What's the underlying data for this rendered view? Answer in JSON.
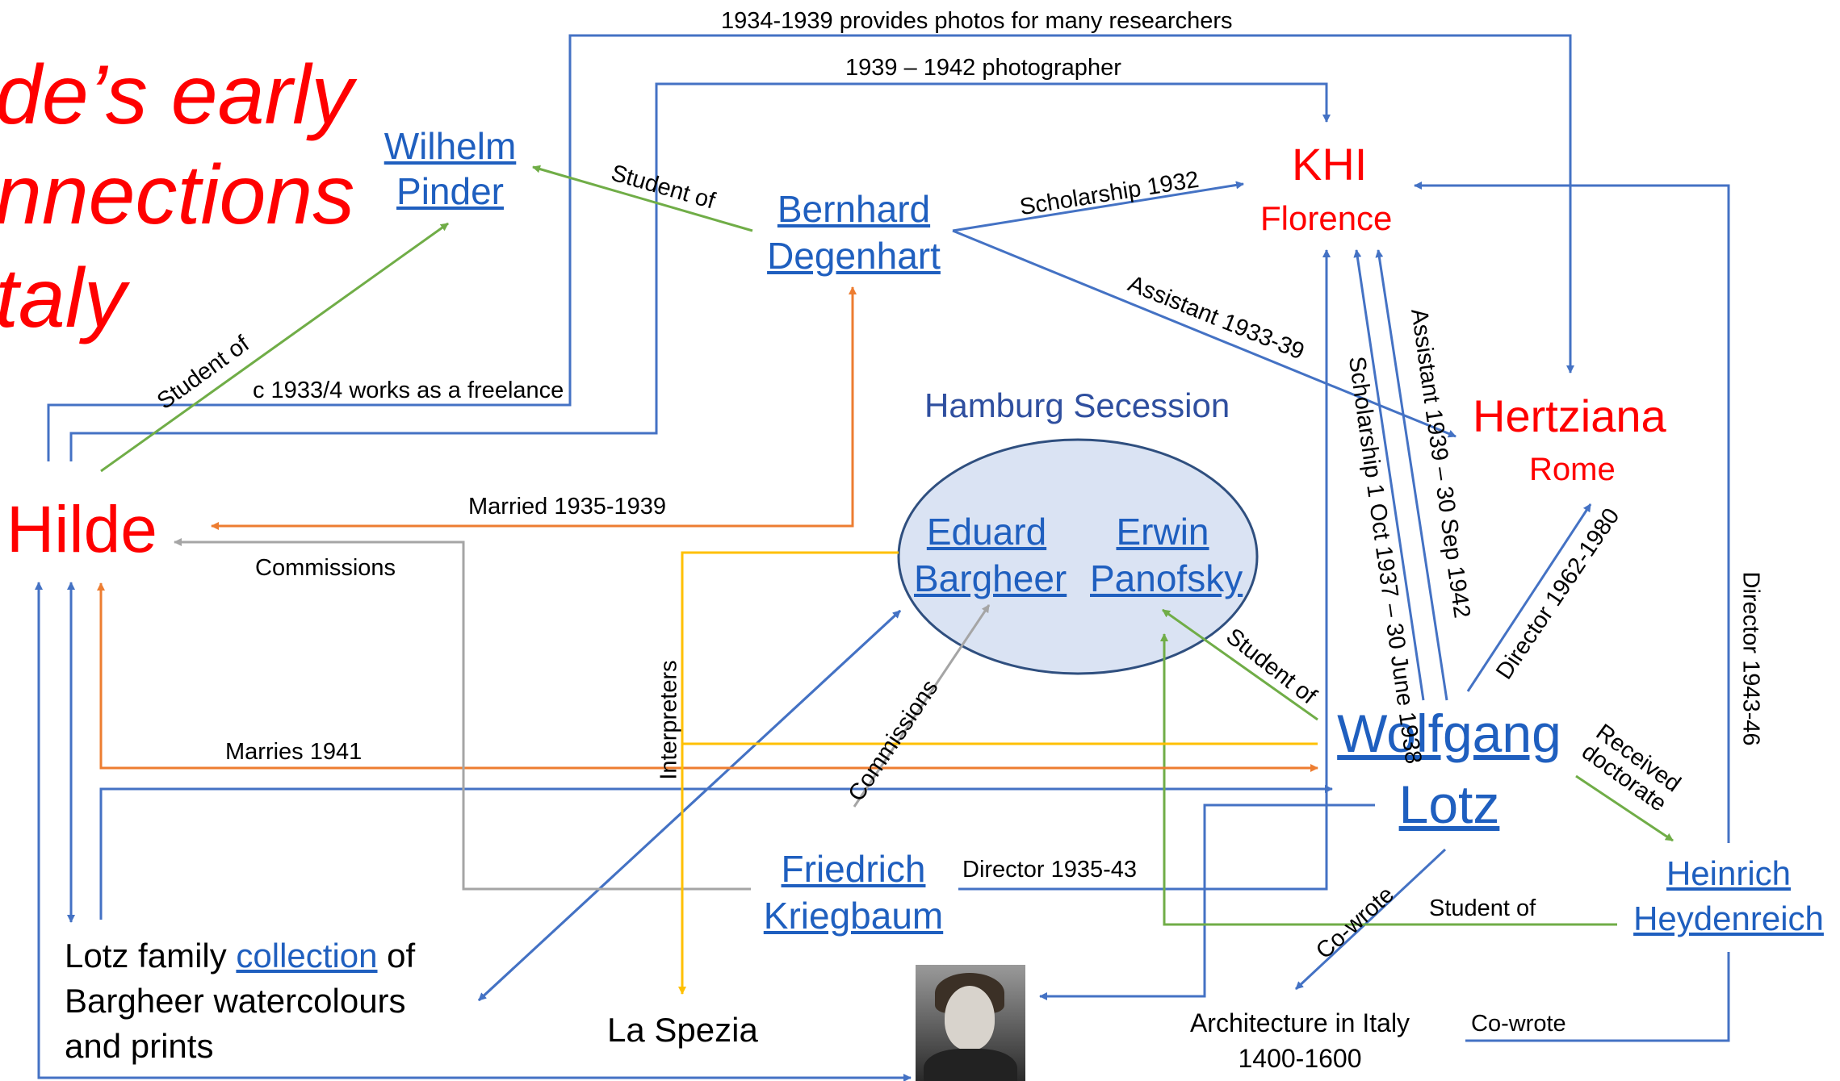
{
  "title": {
    "line1": "de’s early",
    "line2": "nnections",
    "line3": "taly"
  },
  "nodes": {
    "hilde": "Hilde",
    "wilhelm_pinder": {
      "line1": "Wilhelm",
      "line2": "Pinder"
    },
    "bernhard_degenhart": {
      "line1": "Bernhard",
      "line2": "Degenhart"
    },
    "khi": {
      "line1": "KHI",
      "line2": "Florence"
    },
    "hertziana": {
      "line1": "Hertziana",
      "line2": "Rome"
    },
    "hamburg_secession": "Hamburg Secession",
    "eduard_bargheer": {
      "line1": "Eduard",
      "line2": "Bargheer"
    },
    "erwin_panofsky": {
      "line1": "Erwin",
      "line2": "Panofsky"
    },
    "wolfgang_lotz": {
      "line1": "Wolfgang",
      "line2": "Lotz"
    },
    "friedrich_kriegbaum": {
      "line1": "Friedrich",
      "line2": "Kriegbaum"
    },
    "heinrich_heydenreich": {
      "line1": "Heinrich",
      "line2": "Heydenreich"
    },
    "lotz_collection": {
      "line1_pre": "Lotz family ",
      "line1_link": "collection",
      "line1_post": " of",
      "line2": "Bargheer watercolours",
      "line3": "and prints"
    },
    "la_spezia": "La Spezia",
    "architecture": {
      "line1": "Architecture in Italy",
      "line2": "1400-1600"
    }
  },
  "edge_labels": {
    "photos": "1934-1939 provides photos for many researchers",
    "photographer": "1939 – 1942 photographer",
    "student_pinder_degenhart": "Student of",
    "scholarship_1932": "Scholarship 1932",
    "assistant_1933_39": "Assistant 1933-39",
    "student_hilde_pinder": "Student of",
    "freelance": "c 1933/4 works as a freelance",
    "married": "Married 1935-1939",
    "commissions_hilde": "Commissions",
    "interpreters": "Interpreters",
    "commissions_kriegbaum": "Commissions",
    "marries_1941": "Marries 1941",
    "director_1935_43": "Director 1935-43",
    "scholarship_lotz": "Scholarship 1 Oct 1937 – 30 June 1938",
    "assistant_lotz": "Assistant 1939 – 30 Sep 1942",
    "director_1962": "Director 1962-1980",
    "director_1943": "Director 1943-46",
    "student_panofsky": "Student of",
    "received_doctorate": "Received doctorate",
    "student_heydenreich": "Student of",
    "cowrote_lotz": "Co-wrote",
    "cowrote_heydenreich": "Co-wrote"
  },
  "colors": {
    "blue": "#4472c4",
    "green": "#70ad47",
    "orange": "#ed7d31",
    "gray": "#a5a5a5",
    "yellow": "#ffc000",
    "red": "#ff0000",
    "link": "#1f5fbf",
    "ellipse_fill": "#dae3f3",
    "ellipse_stroke": "#2f4f7f"
  }
}
